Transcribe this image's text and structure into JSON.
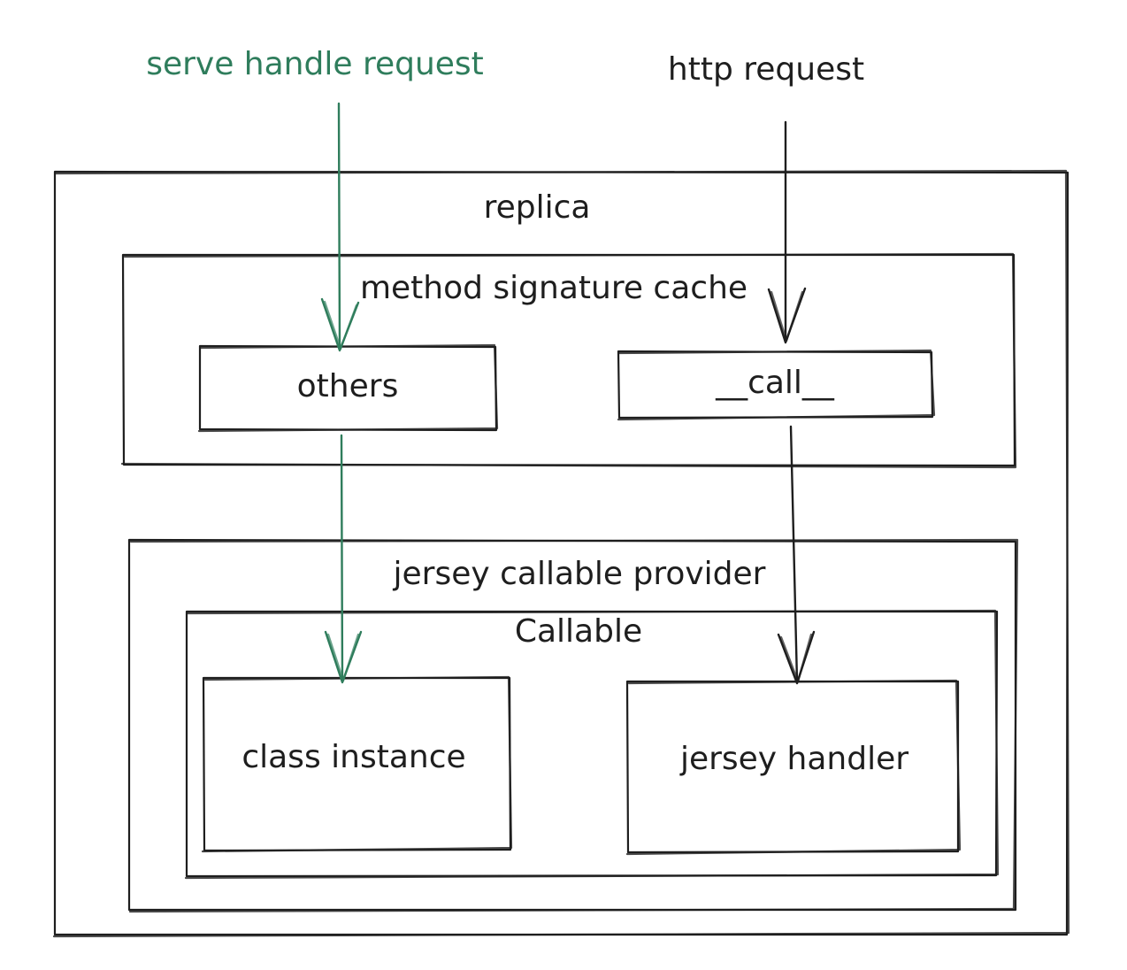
{
  "colors": {
    "ink": "#1e1e1e",
    "accent_green": "#2f7d5c",
    "background": "#ffffff"
  },
  "inputs": {
    "serve_handle_request": "serve handle request",
    "http_request": "http request"
  },
  "replica": {
    "label": "replica",
    "method_signature_cache": {
      "label": "method signature cache",
      "others": "others",
      "call": "__call__"
    },
    "jersey_callable_provider": {
      "label": "jersey callable provider",
      "callable": {
        "label": "Callable",
        "class_instance": "class instance",
        "jersey_handler": "jersey handler"
      }
    }
  }
}
